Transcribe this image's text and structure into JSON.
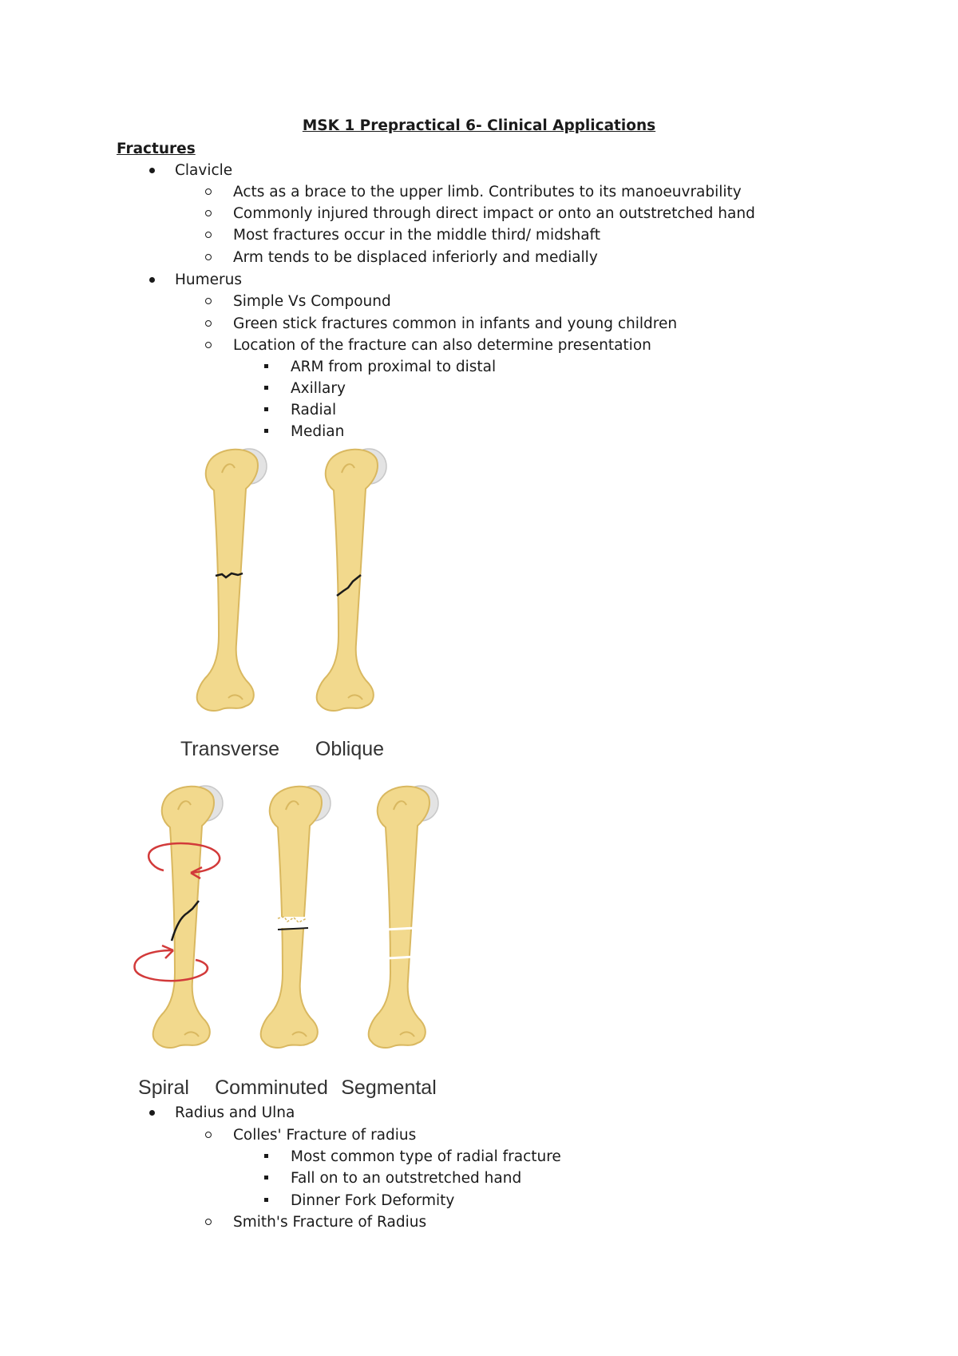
{
  "title": "MSK 1 Prepractical 6- Clinical Applications",
  "section_heading": "Fractures",
  "clavicle": {
    "label": "Clavicle",
    "points": [
      "Acts as a brace to the upper limb. Contributes to its manoeuvrability",
      "Commonly injured through direct impact or onto an outstretched hand",
      "Most fractures occur in the middle third/ midshaft",
      "Arm tends to be displaced inferiorly and medially"
    ]
  },
  "humerus": {
    "label": "Humerus",
    "points": [
      "Simple Vs Compound",
      "Green stick fractures common in infants and young children",
      "Location of the fracture can also determine presentation"
    ],
    "nerves": [
      "ARM from proximal to distal",
      "Axillary",
      "Radial",
      "Median"
    ]
  },
  "figure_top": {
    "captions": [
      "Transverse",
      "Oblique"
    ]
  },
  "figure_bottom": {
    "captions": [
      "Spiral",
      "Comminuted",
      "Segmental"
    ]
  },
  "radius_ulna": {
    "label": "Radius and Ulna",
    "colles": {
      "label": "Colles' Fracture of radius",
      "points": [
        "Most common type of radial fracture",
        "Fall on to an outstretched hand",
        "Dinner Fork Deformity"
      ]
    },
    "smith": {
      "label": "Smith's Fracture of Radius"
    }
  },
  "colors": {
    "bone": "#f2d98d",
    "bone_outline": "#d9b860",
    "cartilage": "#e3e3e3",
    "arrow": "#d23a3a",
    "crack": "#1a1a1a"
  }
}
